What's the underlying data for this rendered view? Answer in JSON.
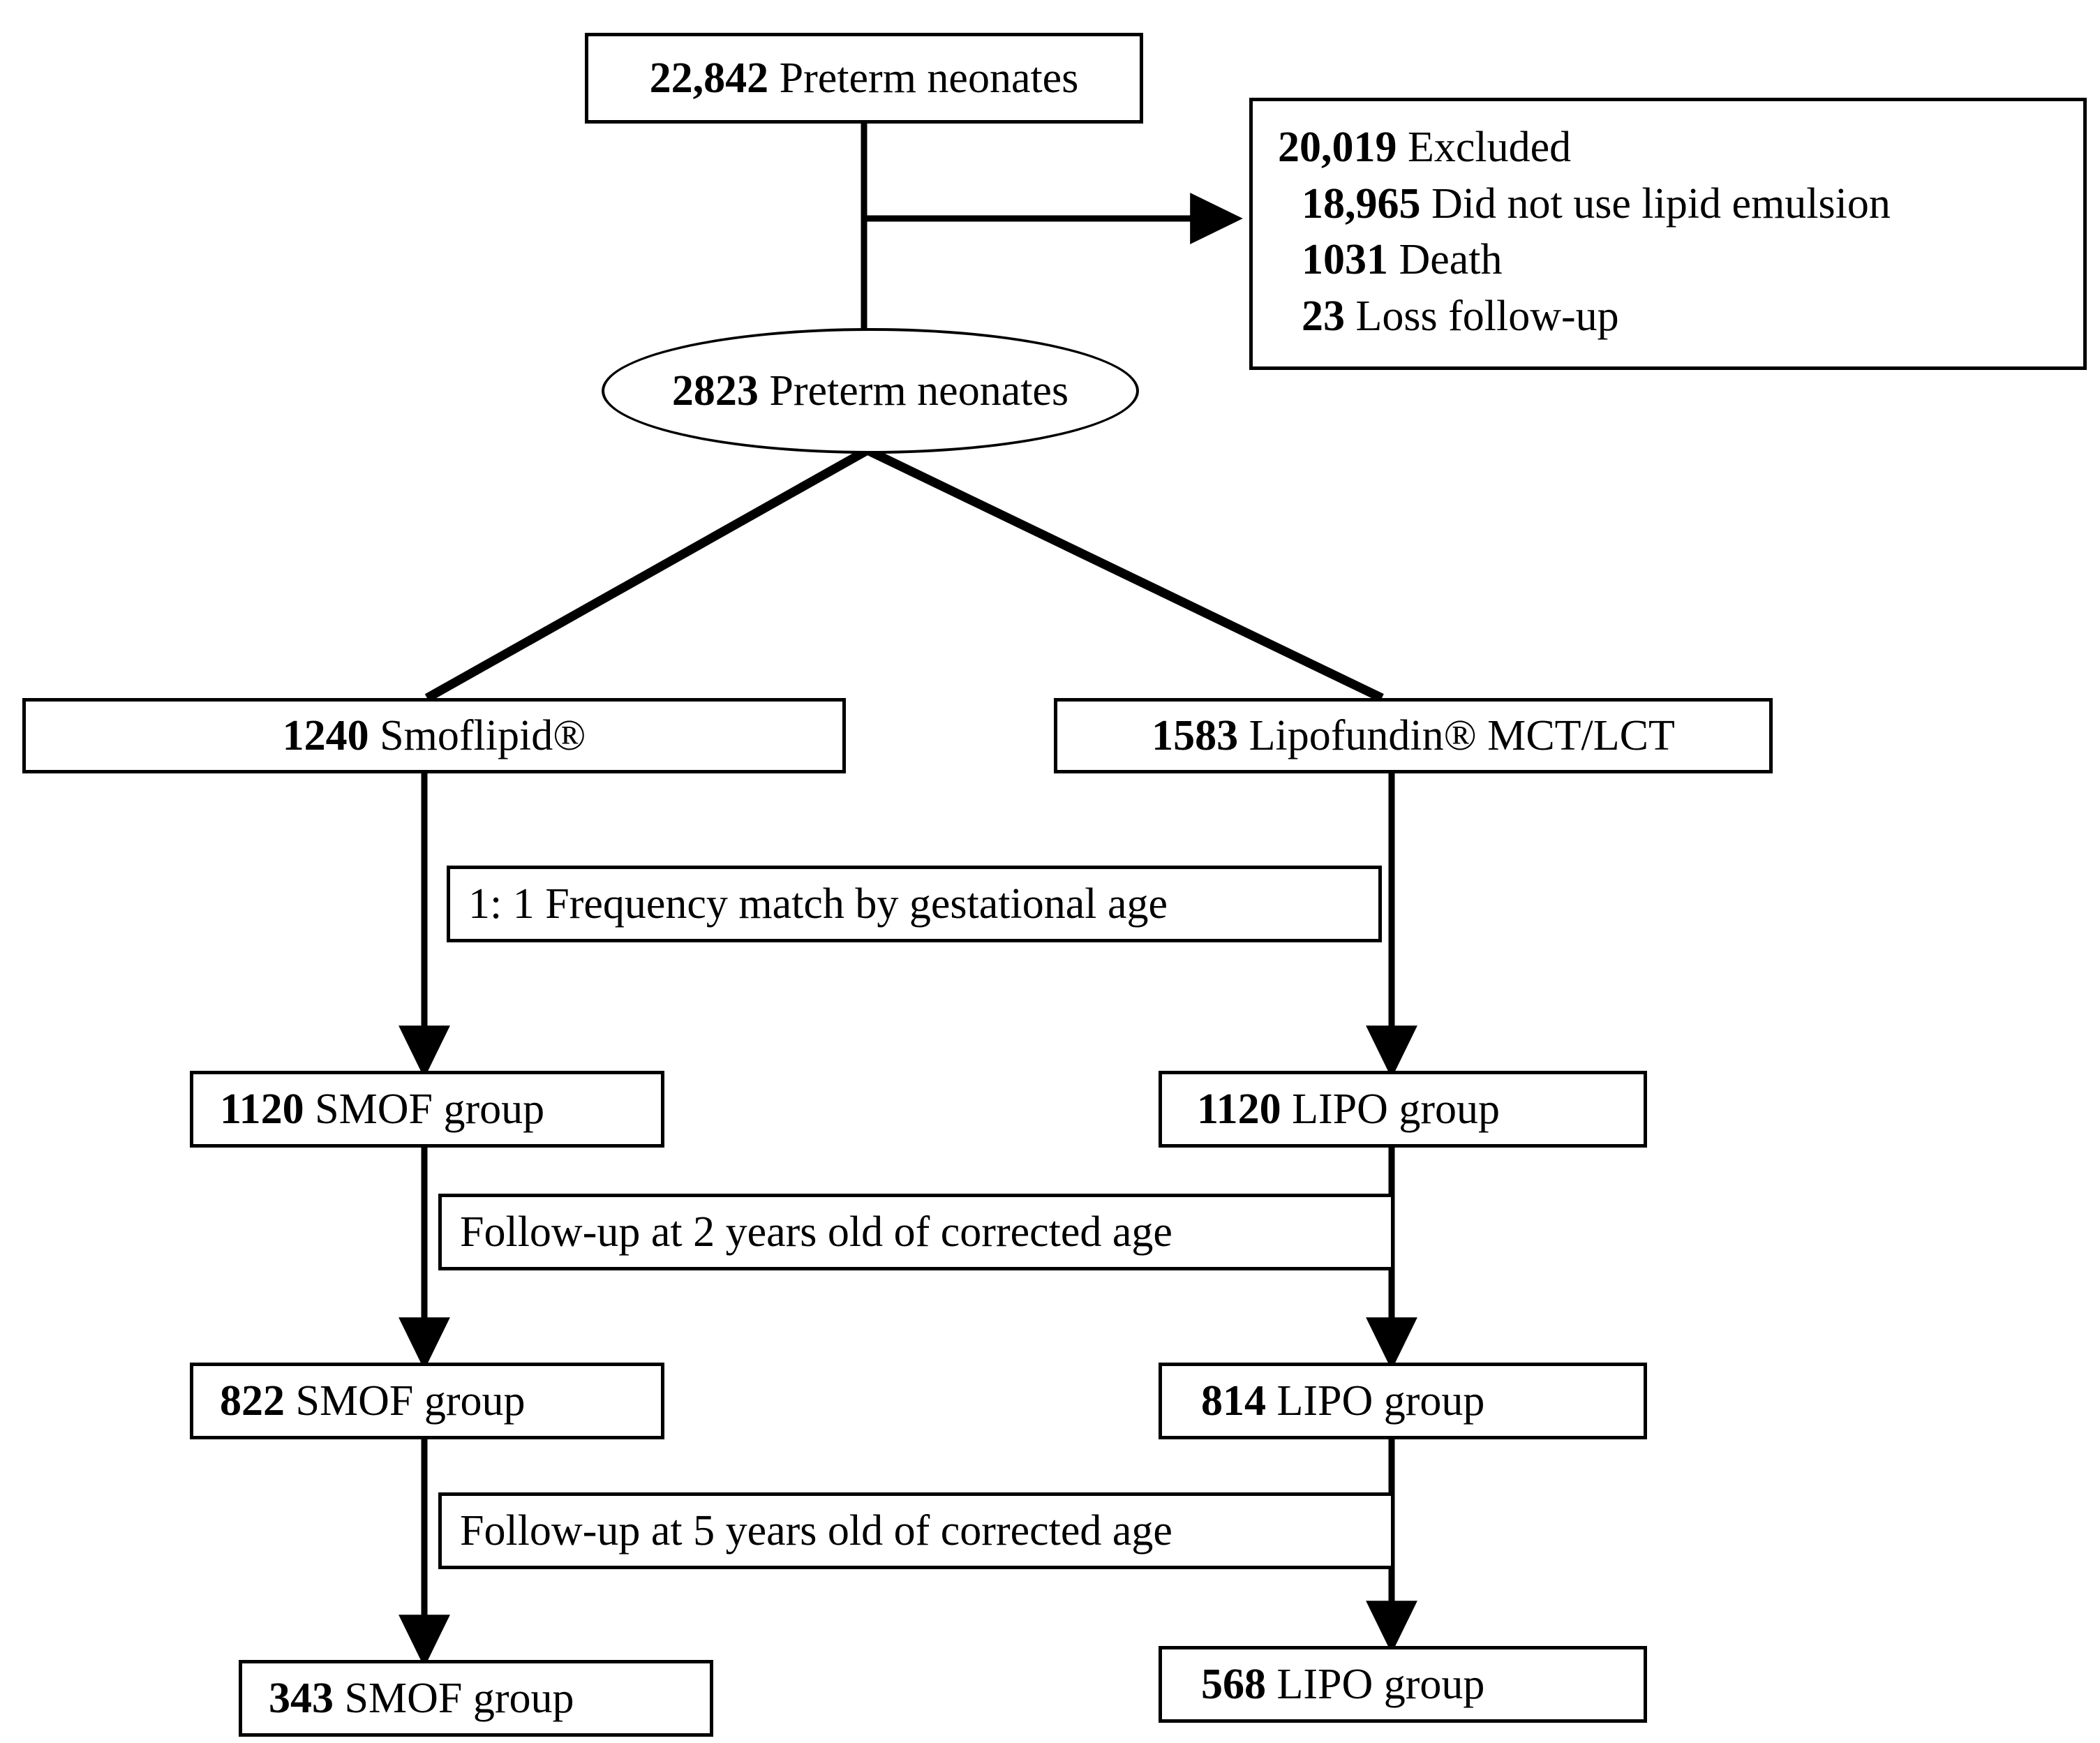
{
  "diagram": {
    "type": "flowchart",
    "title": "Study population flow diagram",
    "colors": {
      "stroke": "#000000",
      "fill": "#ffffff",
      "text": "#000000"
    },
    "nodes": {
      "cohort_total": {
        "count": "22,842",
        "label": "Preterm neonates",
        "shape": "rectangle"
      },
      "excluded": {
        "heading_count": "20,019",
        "heading_label": "Excluded",
        "reasons": [
          {
            "count": "18,965",
            "label": "Did not use lipid emulsion"
          },
          {
            "count": "1031",
            "label": "Death"
          },
          {
            "count": "23",
            "label": "Loss follow-up"
          }
        ],
        "shape": "rectangle"
      },
      "cohort_eligible": {
        "count": "2823",
        "label": "Preterm neonates",
        "shape": "ellipse"
      },
      "smoflipid": {
        "count": "1240",
        "label": "Smoflipid®",
        "shape": "rectangle"
      },
      "lipofundin": {
        "count": "1583",
        "label": "Lipofundin® MCT/LCT",
        "shape": "rectangle"
      },
      "smof_matched": {
        "count": "1120",
        "label": "SMOF group",
        "shape": "rectangle"
      },
      "lipo_matched": {
        "count": "1120",
        "label": "LIPO group",
        "shape": "rectangle"
      },
      "smof_2yr": {
        "count": "822",
        "label": "SMOF group",
        "shape": "rectangle"
      },
      "lipo_2yr": {
        "count": "814",
        "label": "LIPO group",
        "shape": "rectangle"
      },
      "smof_5yr": {
        "count": "343",
        "label": "SMOF group",
        "shape": "rectangle"
      },
      "lipo_5yr": {
        "count": "568",
        "label": "LIPO group",
        "shape": "rectangle"
      }
    },
    "edge_labels": {
      "match": "1: 1 Frequency match by gestational age",
      "followup_2y": "Follow-up at 2 years old of corrected age",
      "followup_5y": "Follow-up at 5 years old of corrected age"
    }
  }
}
